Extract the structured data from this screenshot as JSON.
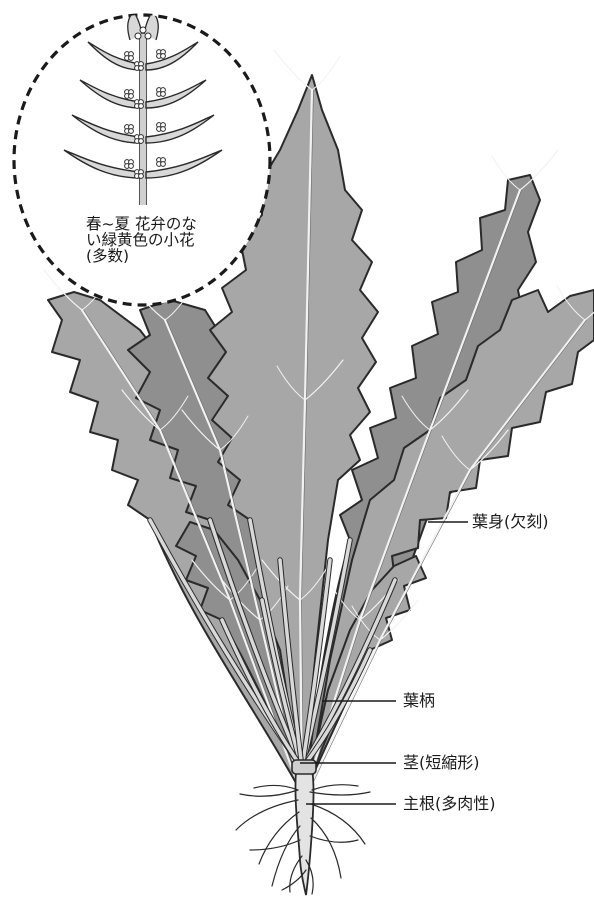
{
  "inset": {
    "caption_lines": [
      "春~夏 花弁のな",
      "い緑黄色の小花",
      "(多数)"
    ]
  },
  "labels": {
    "leaf_blade": "葉身(欠刻)",
    "petiole": "葉柄",
    "stem": "茎(短縮形)",
    "taproot": "主根(多肉性)"
  },
  "colors": {
    "leaf_fill": "#a7a7a7",
    "leaf_fill_dark": "#8f8f8f",
    "outline": "#2a2a2a",
    "vein": "#f2f2f2",
    "petiole": "#d9d9d9",
    "root": "#e3e3e3"
  }
}
